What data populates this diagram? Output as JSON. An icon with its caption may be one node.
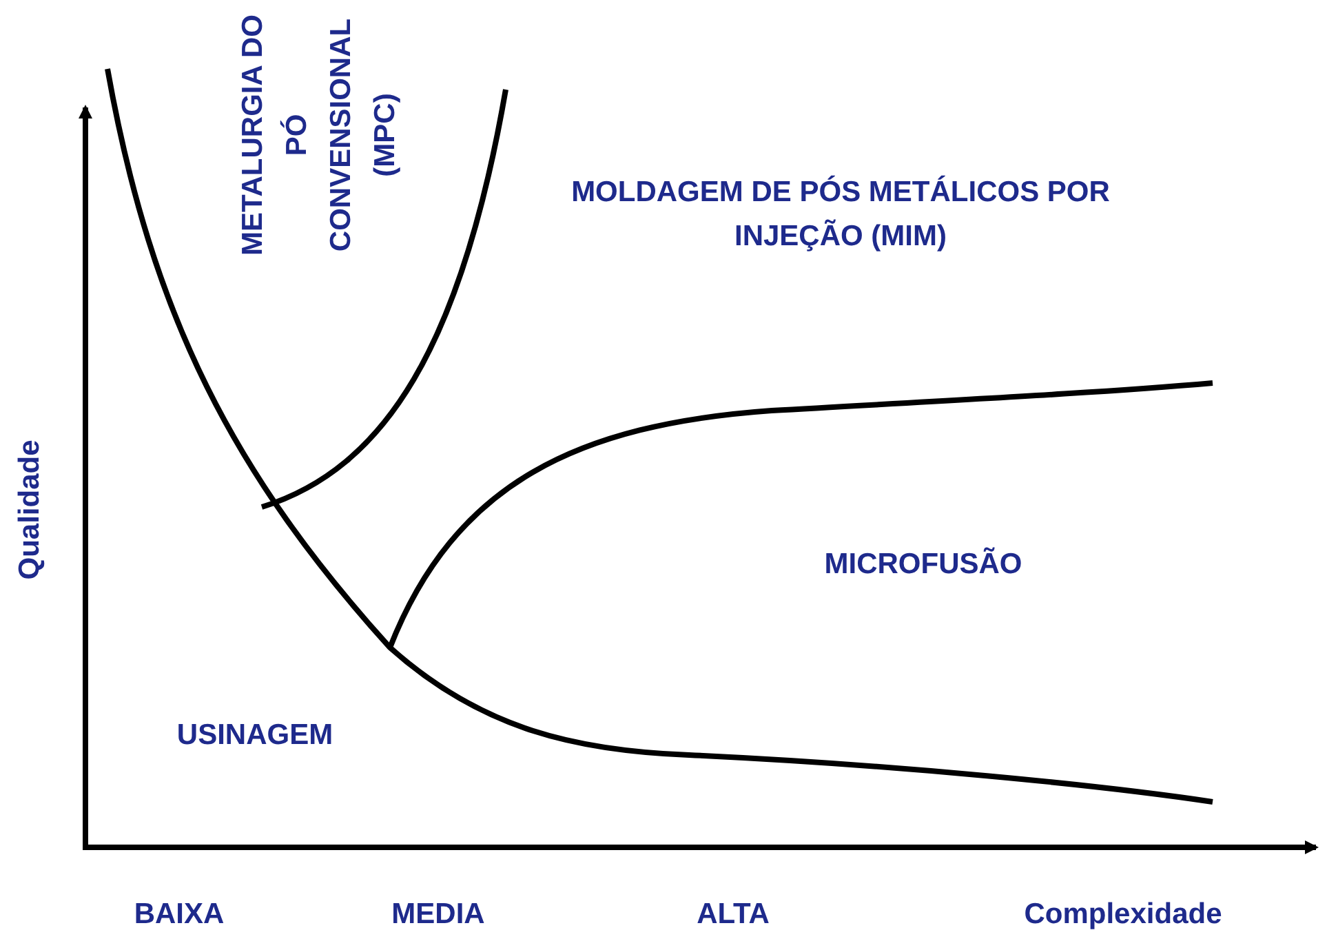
{
  "diagram": {
    "labels": [
      "METALURGIA DO PÓ CONVENSIONAL (MPC)",
      "MOLDAGEM DE PÓS METÁLICOS POR INJEÇÃO (MIM)",
      "MICROFUSÃO",
      "USINAGEM",
      "Qualidade",
      "BAIXA",
      "MEDIA",
      "ALTA",
      "Complexidade"
    ]
  }
}
